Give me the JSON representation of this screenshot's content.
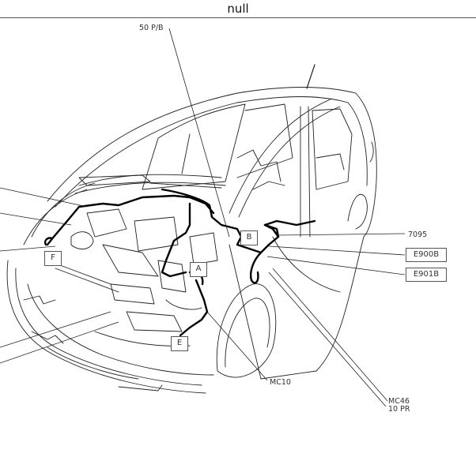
{
  "header": {
    "title": "null"
  },
  "diagram": {
    "subject": "car-wiring-harness-routing",
    "callouts": {
      "top": "50 P/B",
      "right_1": "7095",
      "right_2": "E900B",
      "right_3": "E901B",
      "bottom_1": "MC10",
      "bottom_2_line1": "MC46",
      "bottom_2_line2": "10 PR"
    },
    "markers": [
      "A",
      "B",
      "E",
      "F"
    ]
  }
}
